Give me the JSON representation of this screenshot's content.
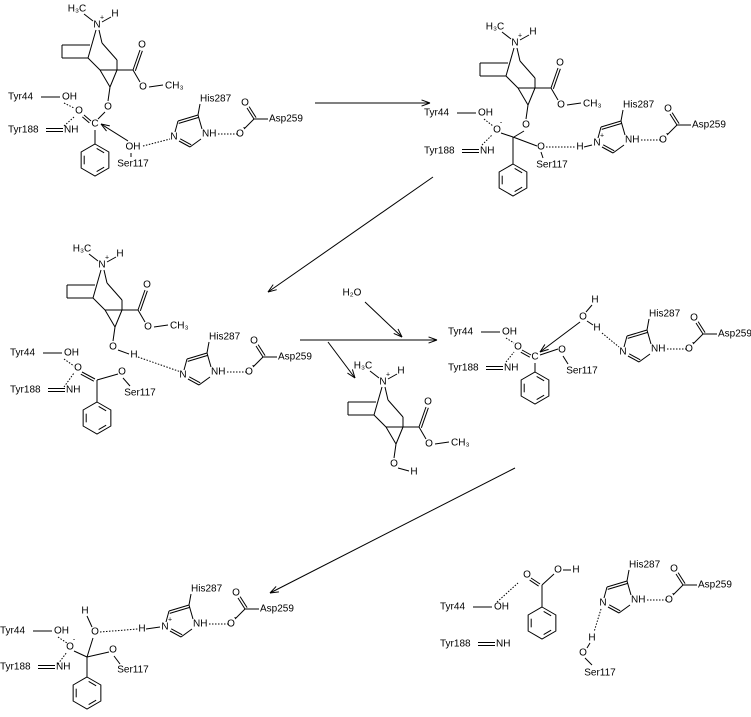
{
  "atoms": {
    "O": "O",
    "H": "H",
    "N": "N",
    "C": "C",
    "NH": "NH",
    "OH": "OH",
    "CH3": "CH₃",
    "H3C": "H₃C",
    "H2O": "H₂O",
    "plus": "+",
    "minus": "-"
  },
  "residues": {
    "tyr44": "Tyr44",
    "tyr188": "Tyr188",
    "ser117": "Ser117",
    "his287": "His287",
    "asp259": "Asp259"
  }
}
